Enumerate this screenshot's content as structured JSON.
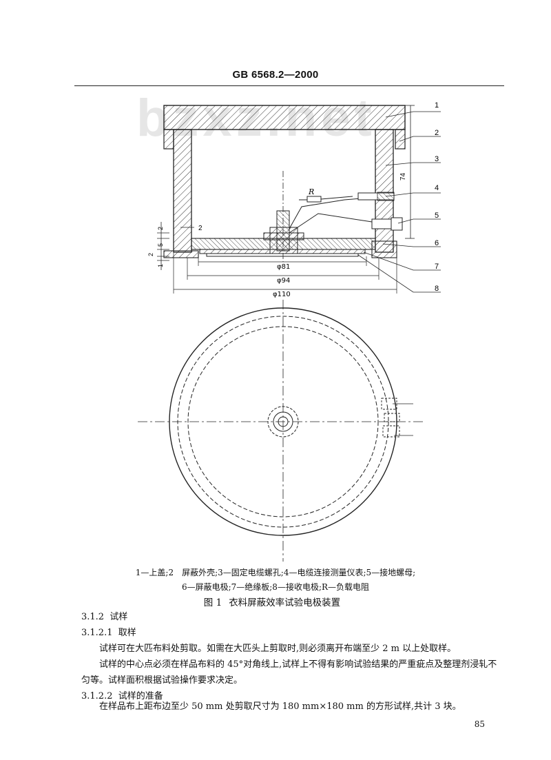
{
  "header": {
    "standard_code": "GB 6568.2—2000"
  },
  "watermark": "bzxz.net",
  "figure": {
    "part_labels": [
      "1",
      "2",
      "3",
      "4",
      "5",
      "6",
      "7",
      "8"
    ],
    "resistor_label": "R",
    "dimensions": {
      "d81": "φ81",
      "d94": "φ94",
      "d110": "φ110",
      "h74": "74",
      "gap2": "2",
      "left2a": "2",
      "left5": "5",
      "left2b": "2",
      "left1": "1"
    },
    "legend_line1": "1—上盖;2　屏蔽外壳;3—固定电缆螺孔;4—电缆连接测量仪表;5—接地螺母;",
    "legend_line2": "6—屏蔽电极;7—绝缘板;8—接收电极;R—负载电阻",
    "title_number": "图 1",
    "title_text": "衣料屏蔽效率试验电极装置"
  },
  "sections": {
    "s312_num": "3.1.2",
    "s312_title": "试样",
    "s3121_num": "3.1.2.1",
    "s3121_title": "取样",
    "p1": "试样可在大匹布料处剪取。如需在大匹头上剪取时,则必须离开布端至少 2 m 以上处取样。",
    "p2": "试样的中心点必须在样品布料的 45°对角线上,试样上不得有影响试验结果的严重疵点及整理剂浸轧不匀等。试样面积根据试验操作要求决定。",
    "s3122_num": "3.1.2.2",
    "s3122_title": "试样的准备",
    "p3": "在样品布上距布边至少 50 mm 处剪取尺寸为 180 mm×180 mm 的方形试样,共计 3 块。"
  },
  "page_number": "85"
}
